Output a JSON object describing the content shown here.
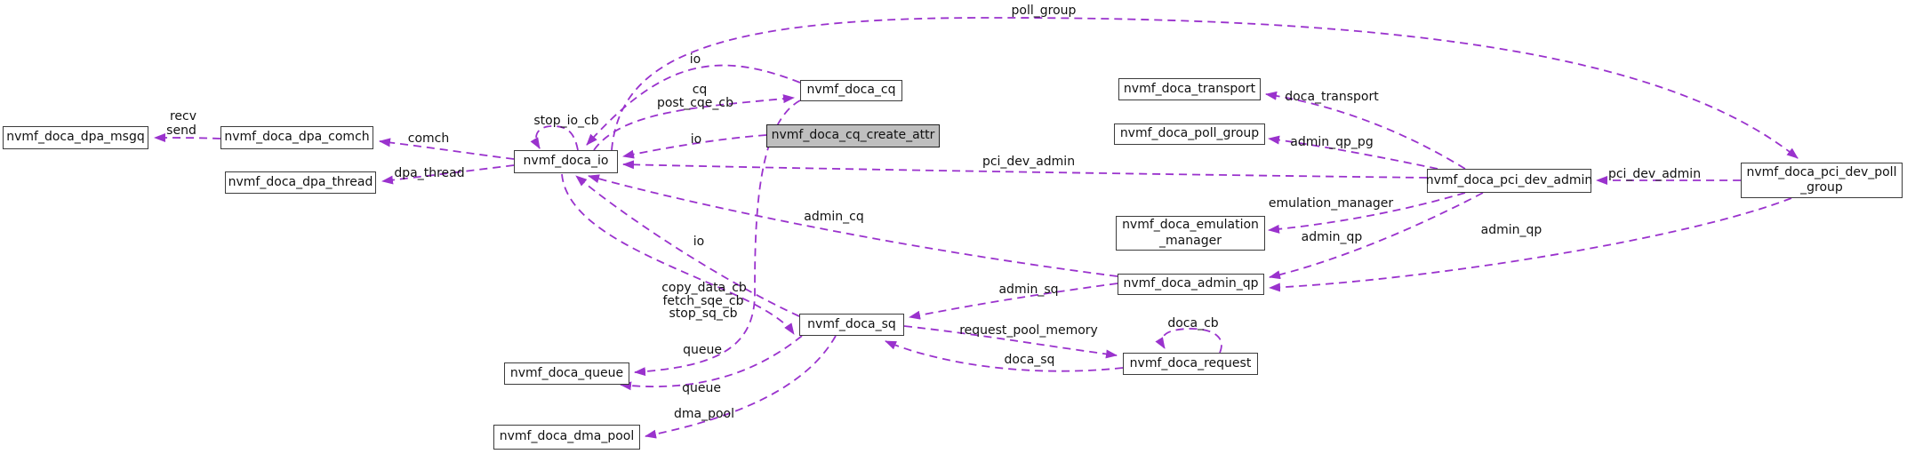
{
  "diagram": {
    "nodes": [
      {
        "id": "dpa-msgq",
        "label": "nvmf_doca_dpa_msgq"
      },
      {
        "id": "dpa-comch",
        "label": "nvmf_doca_dpa_comch"
      },
      {
        "id": "dpa-thread",
        "label": "nvmf_doca_dpa_thread"
      },
      {
        "id": "io",
        "label": "nvmf_doca_io"
      },
      {
        "id": "cq",
        "label": "nvmf_doca_cq"
      },
      {
        "id": "cq-create-attr",
        "label": "nvmf_doca_cq_create_attr"
      },
      {
        "id": "transport",
        "label": "nvmf_doca_transport"
      },
      {
        "id": "poll-group",
        "label": "nvmf_doca_poll_group"
      },
      {
        "id": "emulation-manager",
        "label": "nvmf_doca_emulation",
        "label2": "_manager"
      },
      {
        "id": "pci-dev-admin",
        "label": "nvmf_doca_pci_dev_admin"
      },
      {
        "id": "pci-dev-poll-group",
        "label": "nvmf_doca_pci_dev_poll",
        "label2": "_group"
      },
      {
        "id": "admin-qp",
        "label": "nvmf_doca_admin_qp"
      },
      {
        "id": "request",
        "label": "nvmf_doca_request"
      },
      {
        "id": "sq",
        "label": "nvmf_doca_sq"
      },
      {
        "id": "queue",
        "label": "nvmf_doca_queue"
      },
      {
        "id": "dma-pool",
        "label": "nvmf_doca_dma_pool"
      }
    ],
    "edge_labels": [
      {
        "id": "recv",
        "text": "recv"
      },
      {
        "id": "send",
        "text": "send"
      },
      {
        "id": "comch",
        "text": "comch"
      },
      {
        "id": "dpa_thread",
        "text": "dpa_thread"
      },
      {
        "id": "stop_io_cb",
        "text": "stop_io_cb"
      },
      {
        "id": "io_from_cq",
        "text": "io"
      },
      {
        "id": "cq",
        "text": "cq"
      },
      {
        "id": "post_cqe_cb",
        "text": "post_cqe_cb"
      },
      {
        "id": "io_from_attr",
        "text": "io"
      },
      {
        "id": "poll_group",
        "text": "poll_group"
      },
      {
        "id": "pci_dev_admin_long",
        "text": "pci_dev_admin"
      },
      {
        "id": "doca_transport",
        "text": "doca_transport"
      },
      {
        "id": "admin_qp_pg",
        "text": "admin_qp_pg"
      },
      {
        "id": "pci_dev_admin_short",
        "text": "pci_dev_admin"
      },
      {
        "id": "emulation_manager",
        "text": "emulation_manager"
      },
      {
        "id": "admin_qp_left",
        "text": "admin_qp"
      },
      {
        "id": "admin_qp_right",
        "text": "admin_qp"
      },
      {
        "id": "admin_cq",
        "text": "admin_cq"
      },
      {
        "id": "io_from_sq",
        "text": "io"
      },
      {
        "id": "copy_data_cb",
        "text": "copy_data_cb"
      },
      {
        "id": "fetch_sqe_cb",
        "text": "fetch_sqe_cb"
      },
      {
        "id": "stop_sq_cb",
        "text": "stop_sq_cb"
      },
      {
        "id": "admin_sq",
        "text": "admin_sq"
      },
      {
        "id": "request_pool_memory",
        "text": "request_pool_memory"
      },
      {
        "id": "doca_sq",
        "text": "doca_sq"
      },
      {
        "id": "doca_cb",
        "text": "doca_cb"
      },
      {
        "id": "queue_upper",
        "text": "queue"
      },
      {
        "id": "queue_lower",
        "text": "queue"
      },
      {
        "id": "dma_pool",
        "text": "dma_pool"
      }
    ]
  },
  "colors": {
    "edge": "#9a32cd",
    "node_border": "#3c3c3c",
    "node_fill": "#ffffff",
    "node_fill_highlight": "#bfbfbf",
    "text": "#111111",
    "background": "#ffffff"
  }
}
